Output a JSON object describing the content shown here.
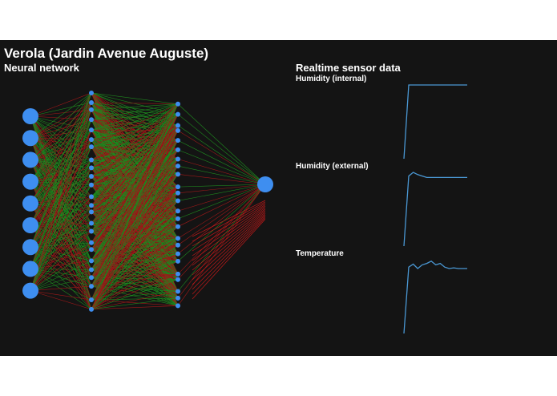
{
  "title": "Verola (Jardin Avenue Auguste)",
  "neural_network": {
    "heading": "Neural network",
    "layer_sizes": [
      9,
      24,
      24,
      1
    ],
    "colors": {
      "node": "#3e8ef0",
      "positive_weight": "#22b022",
      "negative_weight": "#cc1a1a"
    }
  },
  "sensors": {
    "heading": "Realtime sensor data",
    "line_color": "#4a98d4",
    "charts": [
      {
        "label": "Humidity (internal)",
        "values": [
          0.0,
          1.0,
          1.0,
          1.0,
          1.0,
          1.0,
          1.0,
          1.0,
          1.0,
          1.0,
          1.0,
          1.0,
          1.0,
          1.0,
          1.0
        ]
      },
      {
        "label": "Humidity (external)",
        "values": [
          0.0,
          0.95,
          1.0,
          0.97,
          0.95,
          0.93,
          0.93,
          0.93,
          0.93,
          0.93,
          0.93,
          0.93,
          0.93,
          0.93,
          0.93
        ]
      },
      {
        "label": "Temperature",
        "values": [
          0.0,
          0.9,
          0.94,
          0.88,
          0.93,
          0.95,
          0.98,
          0.93,
          0.95,
          0.9,
          0.88,
          0.89,
          0.88,
          0.88,
          0.88
        ]
      }
    ]
  }
}
